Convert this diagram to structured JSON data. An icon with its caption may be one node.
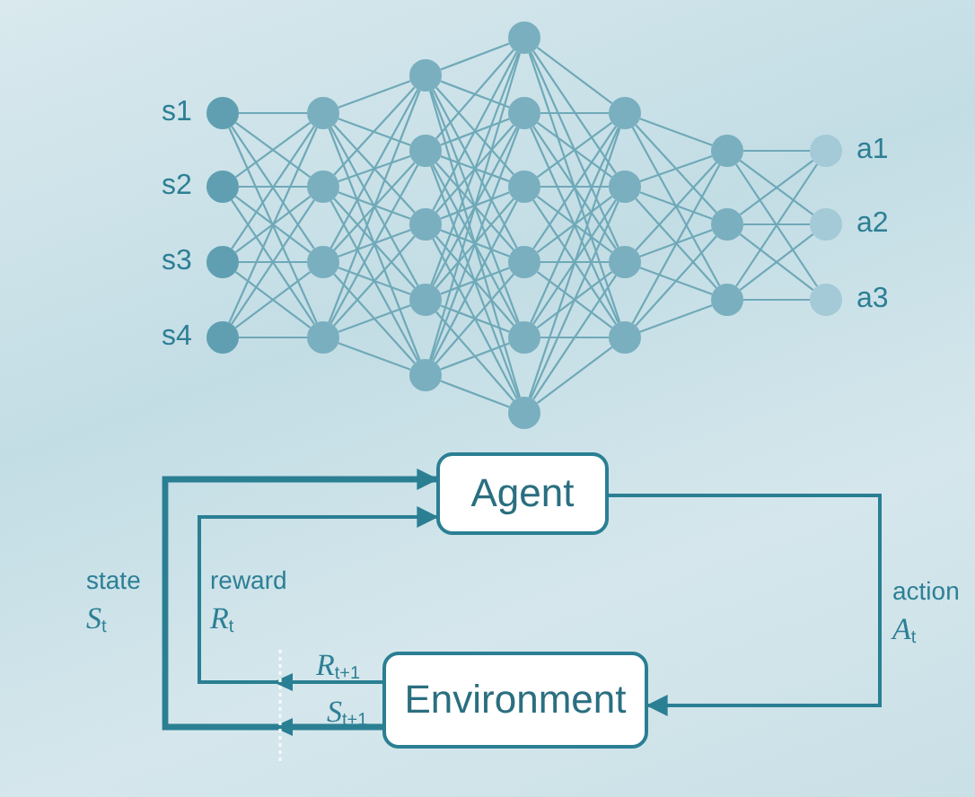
{
  "diagram": {
    "nodes": [
      {
        "text": [],
        "shape": "circle",
        "beside": [
          "s1"
        ]
      },
      {
        "text": [],
        "shape": "circle",
        "beside": [
          "s2"
        ]
      },
      {
        "text": [],
        "shape": "circle",
        "beside": [
          "s3"
        ]
      },
      {
        "text": [],
        "shape": "circle",
        "beside": [
          "s4"
        ]
      },
      {
        "text": [],
        "shape": "circle"
      },
      {
        "text": [],
        "shape": "circle"
      },
      {
        "text": [],
        "shape": "circle"
      },
      {
        "text": [],
        "shape": "circle"
      },
      {
        "text": [],
        "shape": "circle"
      },
      {
        "text": [],
        "shape": "circle"
      },
      {
        "text": [],
        "shape": "circle"
      },
      {
        "text": [],
        "shape": "circle"
      },
      {
        "text": [],
        "shape": "circle"
      },
      {
        "text": [],
        "shape": "circle"
      },
      {
        "text": [],
        "shape": "circle"
      },
      {
        "text": [],
        "shape": "circle"
      },
      {
        "text": [],
        "shape": "circle"
      },
      {
        "text": [],
        "shape": "circle"
      },
      {
        "text": [],
        "shape": "circle"
      },
      {
        "text": [],
        "shape": "circle"
      },
      {
        "text": [],
        "shape": "circle"
      },
      {
        "text": [],
        "shape": "circle"
      },
      {
        "text": [],
        "shape": "circle"
      },
      {
        "text": [],
        "shape": "circle"
      },
      {
        "text": [],
        "shape": "circle"
      },
      {
        "text": [],
        "shape": "circle"
      },
      {
        "text": [],
        "shape": "circle",
        "beside": [
          "a1"
        ]
      },
      {
        "text": [],
        "shape": "circle",
        "beside": [
          "a2"
        ]
      },
      {
        "text": [],
        "shape": "circle",
        "beside": [
          "a3"
        ]
      },
      {
        "text": [
          "Agent"
        ]
      },
      {
        "text": [
          "Environment"
        ]
      }
    ],
    "edges": [
      {
        "from": 0,
        "to": 4,
        "arrow": "none"
      },
      {
        "from": 0,
        "to": 5,
        "arrow": "none"
      },
      {
        "from": 0,
        "to": 6,
        "arrow": "none"
      },
      {
        "from": 0,
        "to": 7,
        "arrow": "none"
      },
      {
        "from": 1,
        "to": 4,
        "arrow": "none"
      },
      {
        "from": 1,
        "to": 5,
        "arrow": "none"
      },
      {
        "from": 1,
        "to": 6,
        "arrow": "none"
      },
      {
        "from": 1,
        "to": 7,
        "arrow": "none"
      },
      {
        "from": 2,
        "to": 4,
        "arrow": "none"
      },
      {
        "from": 2,
        "to": 5,
        "arrow": "none"
      },
      {
        "from": 2,
        "to": 6,
        "arrow": "none"
      },
      {
        "from": 2,
        "to": 7,
        "arrow": "none"
      },
      {
        "from": 3,
        "to": 4,
        "arrow": "none"
      },
      {
        "from": 3,
        "to": 5,
        "arrow": "none"
      },
      {
        "from": 3,
        "to": 6,
        "arrow": "none"
      },
      {
        "from": 3,
        "to": 7,
        "arrow": "none"
      },
      {
        "from": 4,
        "to": 8,
        "arrow": "none"
      },
      {
        "from": 4,
        "to": 9,
        "arrow": "none"
      },
      {
        "from": 4,
        "to": 10,
        "arrow": "none"
      },
      {
        "from": 4,
        "to": 11,
        "arrow": "none"
      },
      {
        "from": 4,
        "to": 12,
        "arrow": "none"
      },
      {
        "from": 5,
        "to": 8,
        "arrow": "none"
      },
      {
        "from": 5,
        "to": 9,
        "arrow": "none"
      },
      {
        "from": 5,
        "to": 10,
        "arrow": "none"
      },
      {
        "from": 5,
        "to": 11,
        "arrow": "none"
      },
      {
        "from": 5,
        "to": 12,
        "arrow": "none"
      },
      {
        "from": 6,
        "to": 8,
        "arrow": "none"
      },
      {
        "from": 6,
        "to": 9,
        "arrow": "none"
      },
      {
        "from": 6,
        "to": 10,
        "arrow": "none"
      },
      {
        "from": 6,
        "to": 11,
        "arrow": "none"
      },
      {
        "from": 6,
        "to": 12,
        "arrow": "none"
      },
      {
        "from": 7,
        "to": 8,
        "arrow": "none"
      },
      {
        "from": 7,
        "to": 9,
        "arrow": "none"
      },
      {
        "from": 7,
        "to": 10,
        "arrow": "none"
      },
      {
        "from": 7,
        "to": 11,
        "arrow": "none"
      },
      {
        "from": 7,
        "to": 12,
        "arrow": "none"
      },
      {
        "from": 8,
        "to": 13,
        "arrow": "none"
      },
      {
        "from": 8,
        "to": 14,
        "arrow": "none"
      },
      {
        "from": 8,
        "to": 15,
        "arrow": "none"
      },
      {
        "from": 8,
        "to": 16,
        "arrow": "none"
      },
      {
        "from": 8,
        "to": 17,
        "arrow": "none"
      },
      {
        "from": 8,
        "to": 18,
        "arrow": "none"
      },
      {
        "from": 9,
        "to": 13,
        "arrow": "none"
      },
      {
        "from": 9,
        "to": 14,
        "arrow": "none"
      },
      {
        "from": 9,
        "to": 15,
        "arrow": "none"
      },
      {
        "from": 9,
        "to": 16,
        "arrow": "none"
      },
      {
        "from": 9,
        "to": 17,
        "arrow": "none"
      },
      {
        "from": 9,
        "to": 18,
        "arrow": "none"
      },
      {
        "from": 10,
        "to": 13,
        "arrow": "none"
      },
      {
        "from": 10,
        "to": 14,
        "arrow": "none"
      },
      {
        "from": 10,
        "to": 15,
        "arrow": "none"
      },
      {
        "from": 10,
        "to": 16,
        "arrow": "none"
      },
      {
        "from": 10,
        "to": 17,
        "arrow": "none"
      },
      {
        "from": 10,
        "to": 18,
        "arrow": "none"
      },
      {
        "from": 11,
        "to": 13,
        "arrow": "none"
      },
      {
        "from": 11,
        "to": 14,
        "arrow": "none"
      },
      {
        "from": 11,
        "to": 15,
        "arrow": "none"
      },
      {
        "from": 11,
        "to": 16,
        "arrow": "none"
      },
      {
        "from": 11,
        "to": 17,
        "arrow": "none"
      },
      {
        "from": 11,
        "to": 18,
        "arrow": "none"
      },
      {
        "from": 12,
        "to": 13,
        "arrow": "none"
      },
      {
        "from": 12,
        "to": 14,
        "arrow": "none"
      },
      {
        "from": 12,
        "to": 15,
        "arrow": "none"
      },
      {
        "from": 12,
        "to": 16,
        "arrow": "none"
      },
      {
        "from": 12,
        "to": 17,
        "arrow": "none"
      },
      {
        "from": 12,
        "to": 18,
        "arrow": "none"
      },
      {
        "from": 13,
        "to": 19,
        "arrow": "none"
      },
      {
        "from": 13,
        "to": 20,
        "arrow": "none"
      },
      {
        "from": 13,
        "to": 21,
        "arrow": "none"
      },
      {
        "from": 13,
        "to": 22,
        "arrow": "none"
      },
      {
        "from": 14,
        "to": 19,
        "arrow": "none"
      },
      {
        "from": 14,
        "to": 20,
        "arrow": "none"
      },
      {
        "from": 14,
        "to": 21,
        "arrow": "none"
      },
      {
        "from": 14,
        "to": 22,
        "arrow": "none"
      },
      {
        "from": 15,
        "to": 19,
        "arrow": "none"
      },
      {
        "from": 15,
        "to": 20,
        "arrow": "none"
      },
      {
        "from": 15,
        "to": 21,
        "arrow": "none"
      },
      {
        "from": 15,
        "to": 22,
        "arrow": "none"
      },
      {
        "from": 16,
        "to": 19,
        "arrow": "none"
      },
      {
        "from": 16,
        "to": 20,
        "arrow": "none"
      },
      {
        "from": 16,
        "to": 21,
        "arrow": "none"
      },
      {
        "from": 16,
        "to": 22,
        "arrow": "none"
      },
      {
        "from": 17,
        "to": 19,
        "arrow": "none"
      },
      {
        "from": 17,
        "to": 20,
        "arrow": "none"
      },
      {
        "from": 17,
        "to": 21,
        "arrow": "none"
      },
      {
        "from": 17,
        "to": 22,
        "arrow": "none"
      },
      {
        "from": 18,
        "to": 19,
        "arrow": "none"
      },
      {
        "from": 18,
        "to": 20,
        "arrow": "none"
      },
      {
        "from": 18,
        "to": 21,
        "arrow": "none"
      },
      {
        "from": 18,
        "to": 22,
        "arrow": "none"
      },
      {
        "from": 19,
        "to": 23,
        "arrow": "none"
      },
      {
        "from": 19,
        "to": 24,
        "arrow": "none"
      },
      {
        "from": 19,
        "to": 25,
        "arrow": "none"
      },
      {
        "from": 20,
        "to": 23,
        "arrow": "none"
      },
      {
        "from": 20,
        "to": 24,
        "arrow": "none"
      },
      {
        "from": 20,
        "to": 25,
        "arrow": "none"
      },
      {
        "from": 21,
        "to": 23,
        "arrow": "none"
      },
      {
        "from": 21,
        "to": 24,
        "arrow": "none"
      },
      {
        "from": 21,
        "to": 25,
        "arrow": "none"
      },
      {
        "from": 22,
        "to": 23,
        "arrow": "none"
      },
      {
        "from": 22,
        "to": 24,
        "arrow": "none"
      },
      {
        "from": 22,
        "to": 25,
        "arrow": "none"
      },
      {
        "from": 23,
        "to": 26,
        "arrow": "none"
      },
      {
        "from": 23,
        "to": 27,
        "arrow": "none"
      },
      {
        "from": 23,
        "to": 28,
        "arrow": "none"
      },
      {
        "from": 24,
        "to": 26,
        "arrow": "none"
      },
      {
        "from": 24,
        "to": 27,
        "arrow": "none"
      },
      {
        "from": 24,
        "to": 28,
        "arrow": "none"
      },
      {
        "from": 25,
        "to": 26,
        "arrow": "none"
      },
      {
        "from": 25,
        "to": 27,
        "arrow": "none"
      },
      {
        "from": 25,
        "to": 28,
        "arrow": "none"
      },
      {
        "from": 30,
        "to": 29,
        "arrow": "to",
        "label": "state *S*$_{t}$",
        "style": "thick"
      },
      {
        "from": 30,
        "to": 29,
        "arrow": "to",
        "label": "reward *R*$_{t}$"
      },
      {
        "from": 29,
        "to": 30,
        "arrow": "to",
        "label": "action *A*$_{t}$"
      }
    ],
    "labels": [
      "*R*$_{t+1}$",
      "*S*$_{t+1}$"
    ]
  }
}
